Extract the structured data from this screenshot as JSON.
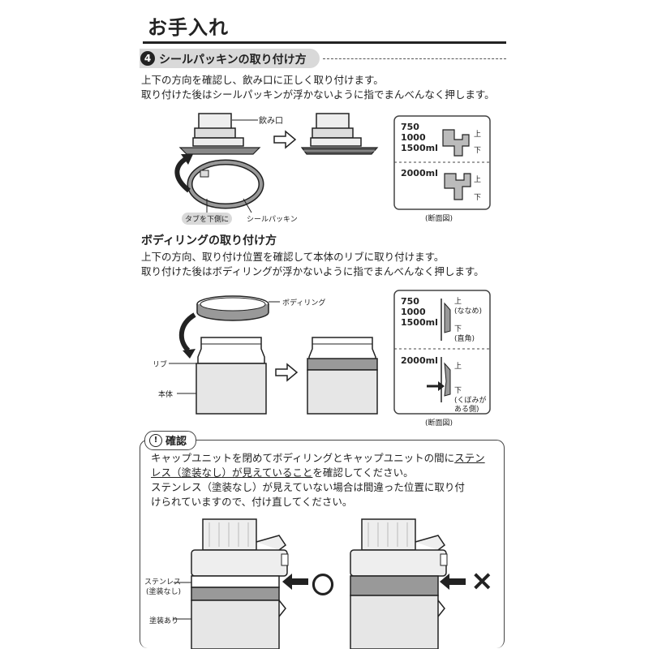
{
  "header": {
    "title": "お手入れ"
  },
  "section4": {
    "number": "4",
    "title": "シールパッキンの取り付け方",
    "line1": "上下の方向を確認し、飲み口に正しく取り付けます。",
    "line2": "取り付けた後はシールパッキンが浮かないように指でまんべんなく押します。",
    "label_mouth": "飲み口",
    "label_tab": "タブを下側に",
    "label_packing": "シールパッキン",
    "cross_section": {
      "group1_sizes": [
        "750",
        "1000",
        "1500ml"
      ],
      "group2_sizes": [
        "2000ml"
      ],
      "up": "上",
      "down": "下",
      "caption": "(断面図)"
    }
  },
  "section_body_ring": {
    "title": "ボディリングの取り付け方",
    "line1": "上下の方向、取り付け位置を確認して本体のリブに取り付けます。",
    "line2": "取り付けた後はボディリングが浮かないように指でまんべんなく押します。",
    "label_ring": "ボディリング",
    "label_rib": "リブ",
    "label_body": "本体",
    "cross_section": {
      "group1_sizes": [
        "750",
        "1000",
        "1500ml"
      ],
      "group2_sizes": [
        "2000ml"
      ],
      "up": "上",
      "up_note": "(ななめ)",
      "down": "下",
      "down_note1": "(直角)",
      "down_note2a": "(くぼみが",
      "down_note2b": "ある側)",
      "caption": "(断面図)"
    }
  },
  "confirm": {
    "icon": "!",
    "title": "確認",
    "line1_a": "キャップユニットを閉めてボディリングとキャップユニットの間に",
    "line1_b": "ステン",
    "line2_a": "レス（塗装なし）が見えていること",
    "line2_b": "を確認してください。",
    "line3": "ステンレス（塗装なし）が見えていない場合は間違った位置に取り付",
    "line4": "けられていますので、付け直してください。",
    "label_stainless": "ステンレス",
    "label_uncoated": "(塗装なし)",
    "label_coated": "塗装あり",
    "ok_mark": "〇",
    "ng_mark": "×"
  },
  "colors": {
    "ink": "#222222",
    "band": "#9a9a9a",
    "body": "#e6e6e6",
    "header_bg": "#d9d9d9"
  }
}
